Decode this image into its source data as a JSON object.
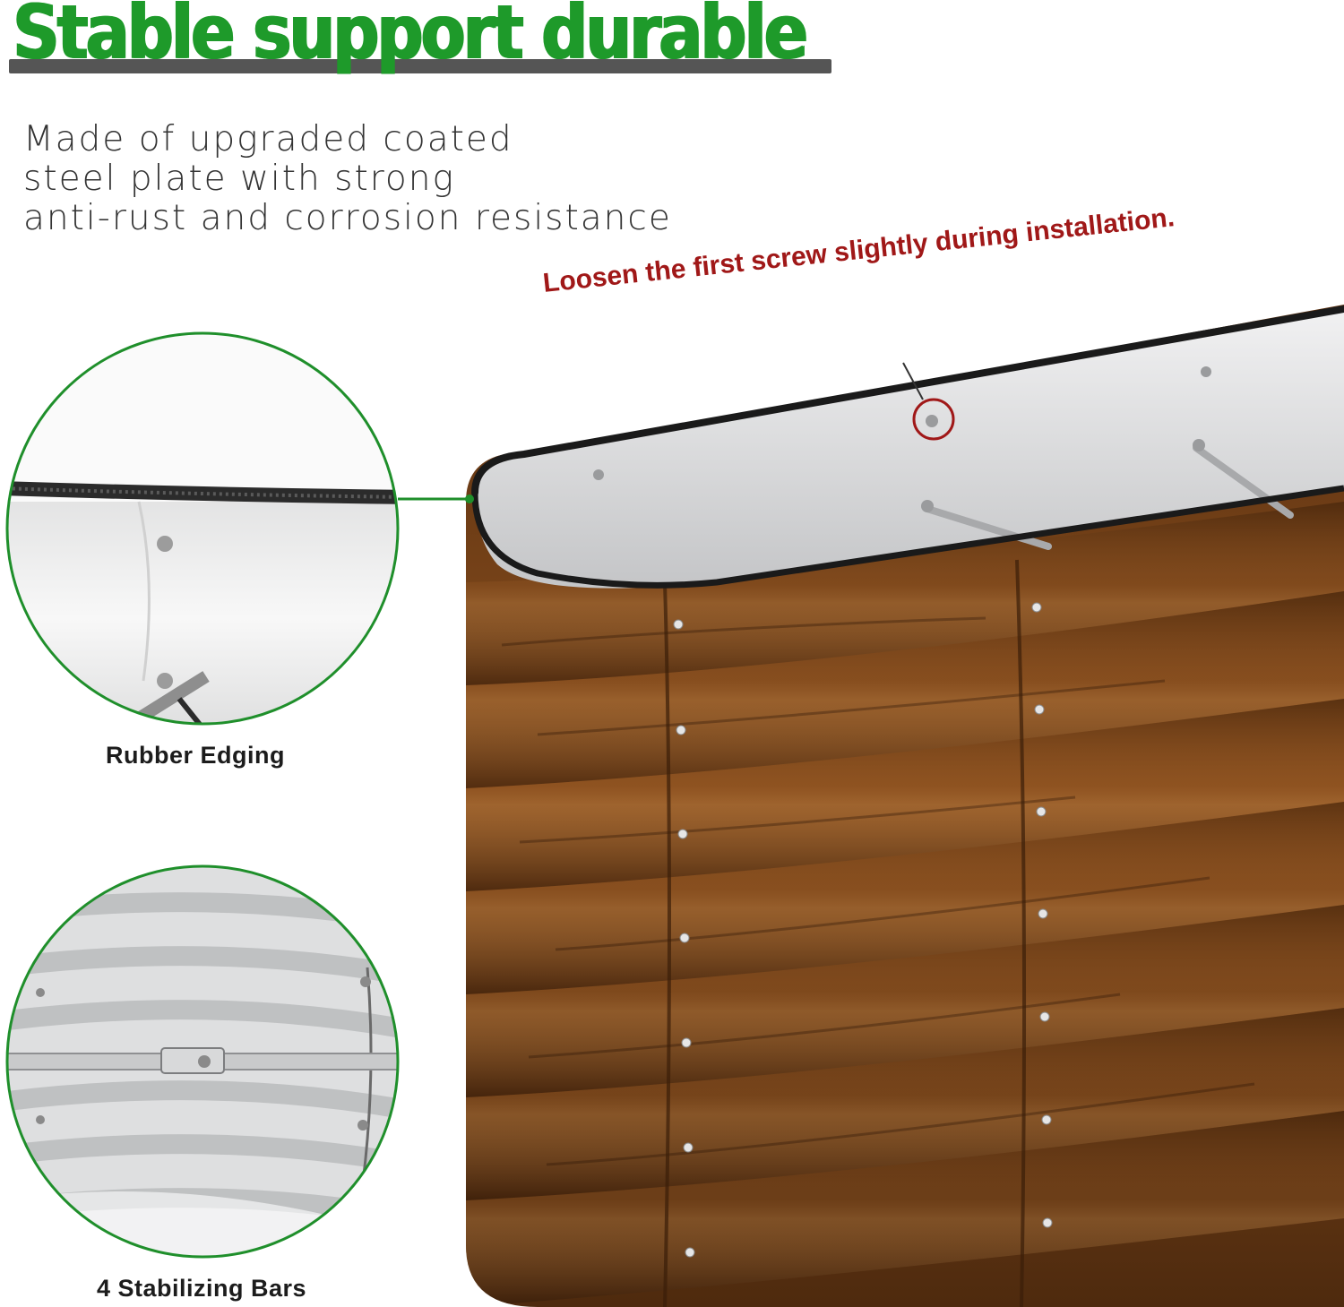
{
  "headline": "Stable support durable",
  "description_lines": [
    "Made of upgraded coated",
    "steel plate with strong",
    "anti-rust and corrosion resistance"
  ],
  "callout": "Loosen the first screw slightly during installation.",
  "detail_captions": {
    "top": "Rubber Edging",
    "bottom": "4 Stabilizing Bars"
  },
  "colors": {
    "headline_green": "#1e9a2a",
    "circle_border_green": "#1f8f2b",
    "callout_red": "#a01818",
    "wood_brown": "#7a4418",
    "interior_silver": "#d9dadb"
  }
}
